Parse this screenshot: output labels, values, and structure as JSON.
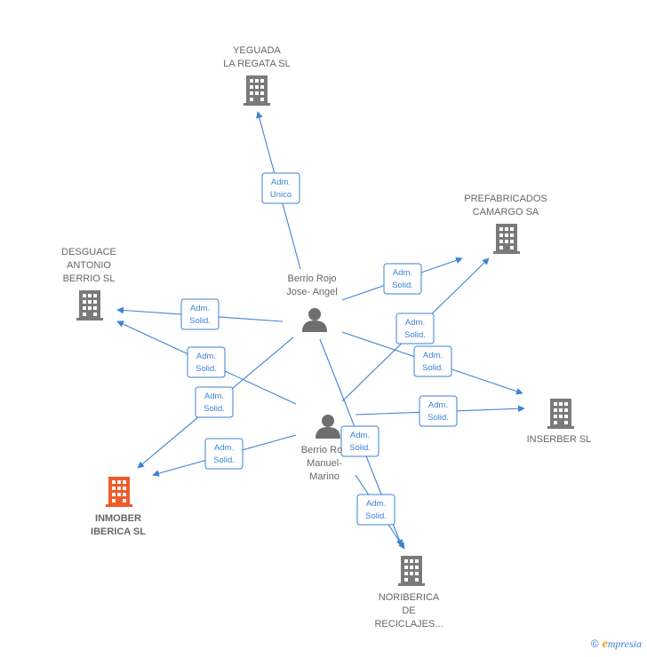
{
  "colors": {
    "edge": "#3d82d6",
    "company": "#7a7a7a",
    "company_highlight": "#f05a28",
    "person": "#6e6e6e",
    "label": "#666666"
  },
  "nodes": {
    "yeguada": {
      "line1": "YEGUADA",
      "line2": "LA REGATA  SL"
    },
    "prefabricados": {
      "line1": "PREFABRICADOS",
      "line2": "CAMARGO SA"
    },
    "desguace": {
      "line1": "DESGUACE",
      "line2": "ANTONIO",
      "line3": "BERRIO  SL"
    },
    "inserber": {
      "line1": "INSERBER  SL"
    },
    "inmober": {
      "line1": "INMOBER",
      "line2": "IBERICA  SL"
    },
    "noriberica": {
      "line1": "NORIBERICA",
      "line2": "DE",
      "line3": "RECICLAJES..."
    },
    "jose": {
      "line1": "Berrio Rojo",
      "line2": "Jose- Angel"
    },
    "manuel": {
      "line1": "Berrio Ro",
      "line2": "Manuel-",
      "line3": "Marino"
    }
  },
  "relations": {
    "r1": {
      "line1": "Adm.",
      "line2": "Unico"
    },
    "r2": {
      "line1": "Adm.",
      "line2": "Solid."
    },
    "r3": {
      "line1": "Adm.",
      "line2": "Solid."
    },
    "r4": {
      "line1": "Adm.",
      "line2": "Solid."
    },
    "r5": {
      "line1": "Adm.",
      "line2": "Solid."
    },
    "r6": {
      "line1": "Adm.",
      "line2": "Solid."
    },
    "r7": {
      "line1": "Adm.",
      "line2": "Solid."
    },
    "r8": {
      "line1": "Adm.",
      "line2": "Solid."
    },
    "r9": {
      "line1": "Adm.",
      "line2": "Solid."
    },
    "r10": {
      "line1": "Adm.",
      "line2": "Solid."
    },
    "r11": {
      "line1": "Adm.",
      "line2": "Solid."
    }
  },
  "footer": {
    "copyright": "©",
    "brand_e": "e",
    "brand_rest": "mpresia"
  },
  "icons": {
    "company": "building-icon",
    "person": "person-icon"
  }
}
